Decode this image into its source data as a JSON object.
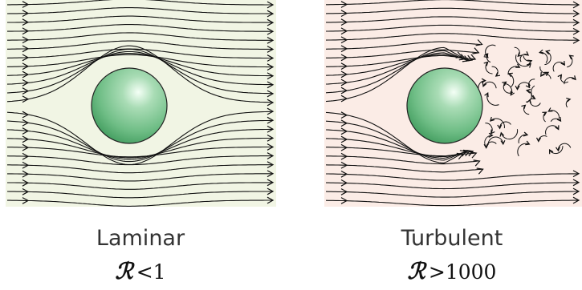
{
  "panels": [
    {
      "title": "Laminar",
      "symbol": "ℛ",
      "relation": "<1",
      "background": "#f1f5e4",
      "sphere_color": "#7fc794"
    },
    {
      "title": "Turbulent",
      "symbol": "ℛ",
      "relation": ">1000",
      "background": "#fbece6",
      "sphere_color": "#7fc794"
    }
  ],
  "icons": [
    "streamline-arrow-icon",
    "sphere-obstacle",
    "vortex-arrow-icon"
  ]
}
